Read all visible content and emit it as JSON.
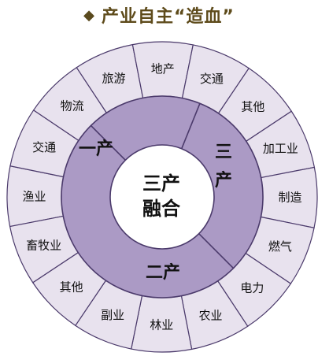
{
  "title": {
    "bullet": "◆",
    "text": "产业自主“造血”"
  },
  "colors": {
    "outer_fill": "#e8e2ee",
    "inner_fill": "#ab9ac5",
    "center_fill": "#ffffff",
    "stroke": "#4b3a6b",
    "title_color": "#5e4b1b"
  },
  "center": {
    "line1": "三产",
    "line2": "融合"
  },
  "inner_ring": {
    "first": "一产",
    "second": "二产",
    "third_line1": "三",
    "third_line2": "产"
  },
  "outer_segments": [
    "渔业",
    "交通",
    "物流",
    "旅游",
    "地产",
    "交通",
    "其他",
    "加工业",
    "制造",
    "燃气",
    "电力",
    "农业",
    "林业",
    "副业",
    "其他",
    "畜牧业"
  ]
}
